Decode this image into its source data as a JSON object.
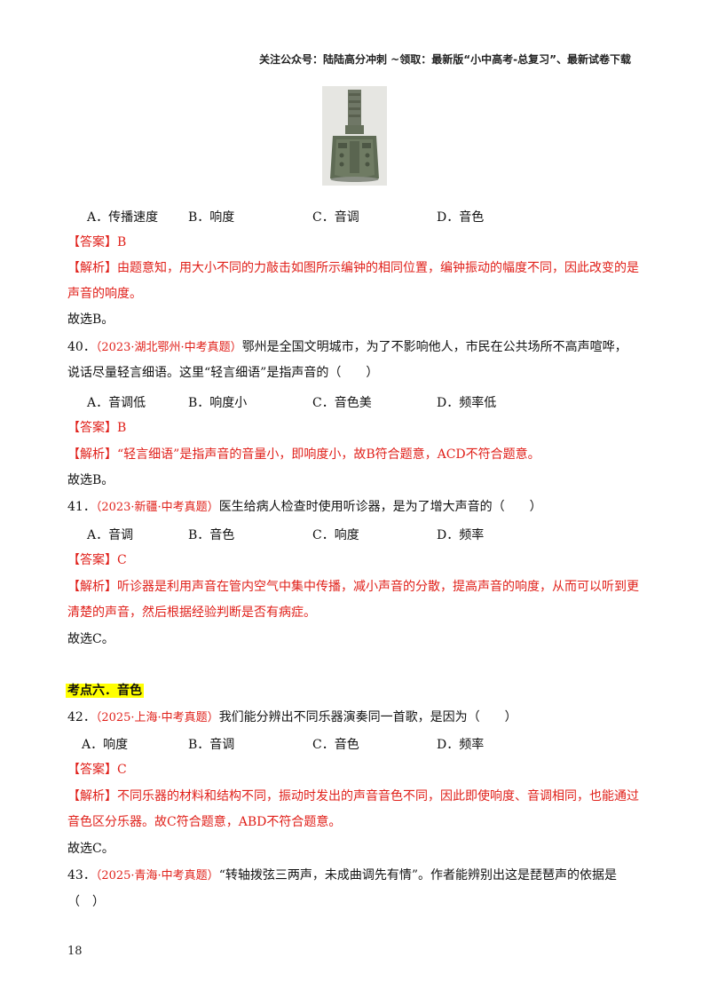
{
  "header": "关注公众号：陆陆高分冲刺 ~领取：最新版“小中高考-总复习”、最新试卷下载",
  "page_number": "18",
  "q39": {
    "options": [
      "A．传播速度",
      "B．响度",
      "C．音调",
      "D．音色"
    ],
    "answer": "【答案】B",
    "analysis_1": "【解析】由题意知，用大小不同的力敲击如图所示编钟的相同位置，编钟振动的幅度不同，因此改变的是",
    "analysis_2": "声音的响度。",
    "conclusion": "故选B。"
  },
  "q40": {
    "number": "40．",
    "source": "（2023·湖北鄂州·中考真题）",
    "stem_1": "鄂州是全国文明城市，为了不影响他人，市民在公共场所不高声喧哗，",
    "stem_2": "说话尽量轻言细语。这里“轻言细语”是指声音的（　　）",
    "options": [
      "A．音调低",
      "B．响度小",
      "C．音色美",
      "D．频率低"
    ],
    "answer": "【答案】B",
    "analysis": "【解析】“轻言细语”是指声音的音量小，即响度小，故B符合题意，ACD不符合题意。",
    "conclusion": "故选B。"
  },
  "q41": {
    "number": "41．",
    "source": "（2023·新疆·中考真题）",
    "stem": "医生给病人检查时使用听诊器，是为了增大声音的（　　）",
    "options": [
      "A．音调",
      "B．音色",
      "C．响度",
      "D．频率"
    ],
    "answer": "【答案】C",
    "analysis_1": "【解析】听诊器是利用声音在管内空气中集中传播，减小声音的分散，提高声音的响度，从而可以听到更",
    "analysis_2": "清楚的声音，然后根据经验判断是否有病症。",
    "conclusion": "故选C。"
  },
  "section": "考点六．音色",
  "q42": {
    "number": "42．",
    "source": "（2025·上海·中考真题）",
    "stem": "我们能分辨出不同乐器演奏同一首歌，是因为（　　）",
    "options": [
      "A．响度",
      "B．音调",
      "C．音色",
      "D．频率"
    ],
    "answer": "【答案】C",
    "analysis_1": "【解析】不同乐器的材料和结构不同，振动时发出的声音音色不同，因此即使响度、音调相同，也能通过",
    "analysis_2": "音色区分乐器。故C符合题意，ABD不符合题意。",
    "conclusion": "故选C。"
  },
  "q43": {
    "number": "43．",
    "source": "（2025·青海·中考真题）",
    "stem_1": "“转轴拨弦三两声，未成曲调先有情”。作者能辨别出这是琵琶声的依据是",
    "stem_2": "（　）"
  }
}
